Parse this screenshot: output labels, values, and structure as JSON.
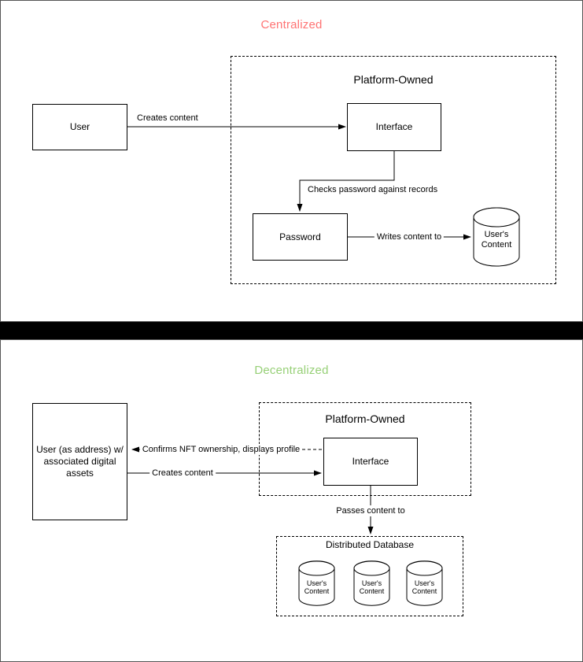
{
  "top_panel": {
    "title": "Centralized",
    "title_color": "#ff7373",
    "nodes": {
      "user": "User",
      "platform_group": "Platform-Owned",
      "interface": "Interface",
      "password": "Password",
      "database": "User's Content"
    },
    "edges": {
      "user_to_interface": "Creates content",
      "interface_to_password": "Checks password against records",
      "password_to_database": "Writes content to"
    }
  },
  "bottom_panel": {
    "title": "Decentralized",
    "title_color": "#97d077",
    "nodes": {
      "user": "User (as address) w/ associated digital assets",
      "platform_group": "Platform-Owned",
      "interface": "Interface",
      "database_group": "Distributed Database",
      "database_1": "User's Content",
      "database_2": "User's Content",
      "database_3": "User's Content"
    },
    "edges": {
      "interface_to_user": "Confirms NFT ownership, displays profile",
      "user_to_interface": "Creates content",
      "interface_to_database": "Passes content to"
    }
  }
}
